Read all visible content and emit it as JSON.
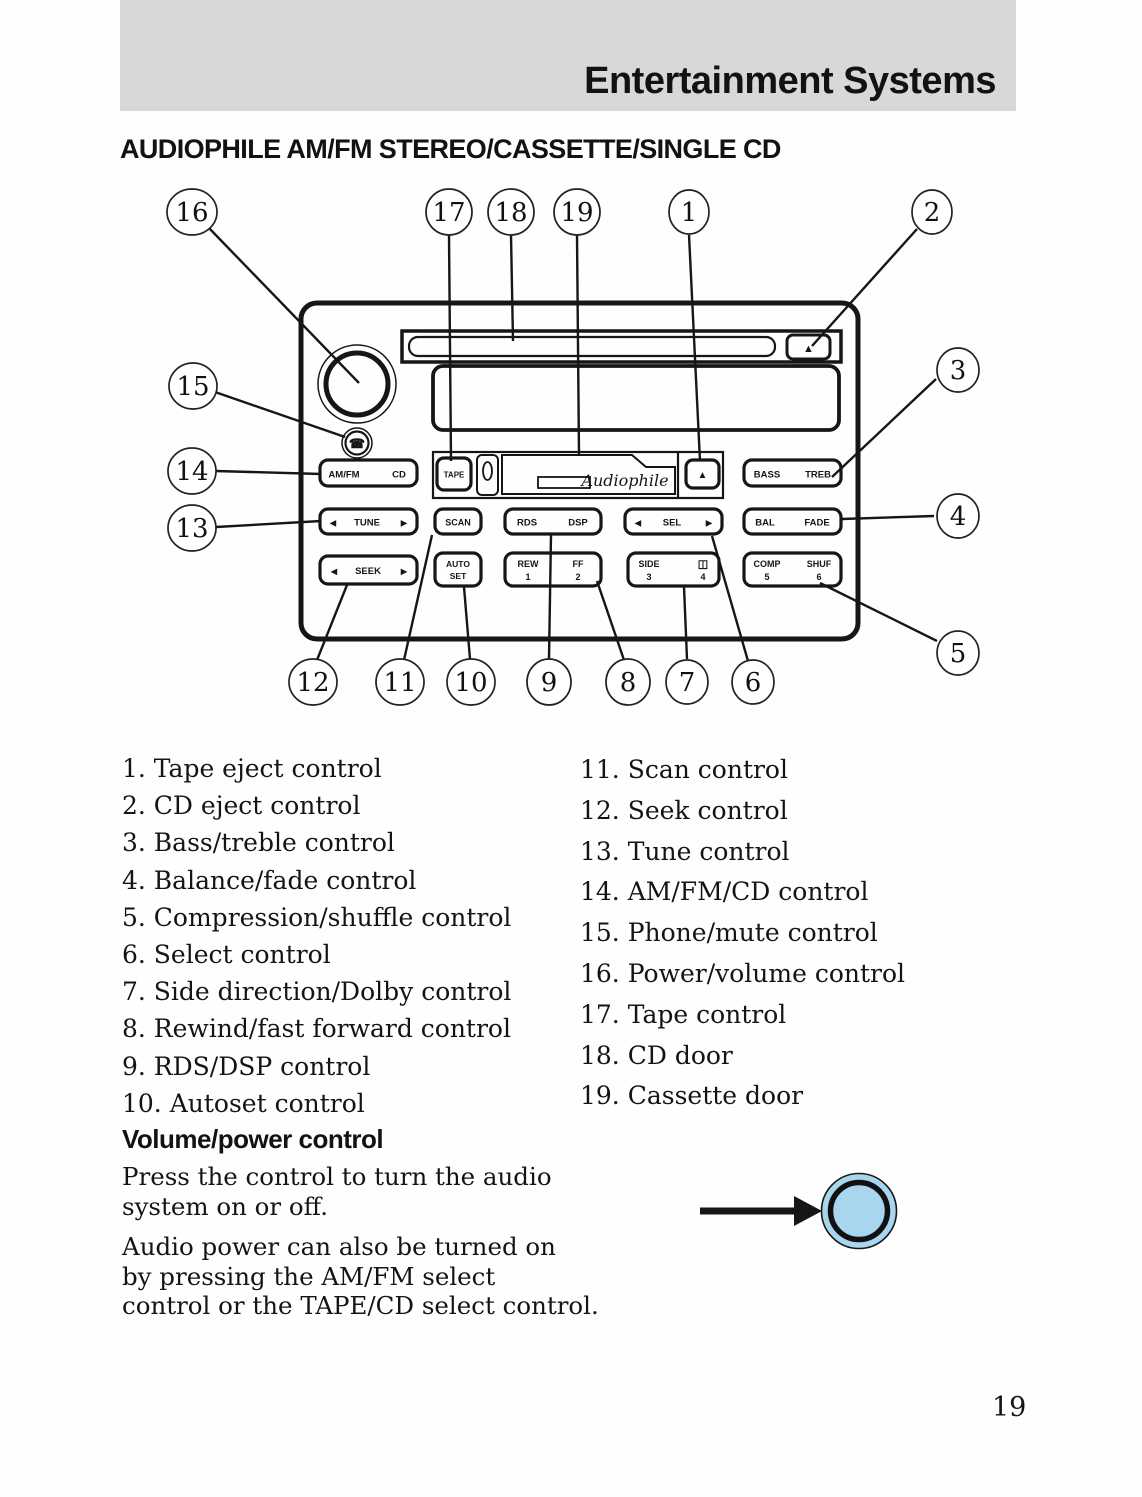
{
  "banner": {
    "title": "Entertainment Systems"
  },
  "heading": "AUDIOPHILE AM/FM STEREO/CASSETTE/SINGLE CD",
  "radio": {
    "brand_script": "Audiophile",
    "labels": {
      "amfm": "AM/FM",
      "cd": "CD",
      "tape": "TAPE",
      "bass": "BASS",
      "treb": "TREB",
      "tune": "TUNE",
      "scan": "SCAN",
      "rds": "RDS",
      "dsp": "DSP",
      "sel": "SEL",
      "bal": "BAL",
      "fade": "FADE",
      "seek": "SEEK",
      "auto": "AUTO",
      "set": "SET",
      "rew": "REW",
      "num1": "1",
      "ff": "FF",
      "num2": "2",
      "side": "SIDE",
      "num3": "3",
      "num4": "4",
      "comp": "COMP",
      "num5": "5",
      "shuf": "SHUF",
      "num6": "6"
    }
  },
  "icons": {
    "eject": "▲",
    "arrow_left": "◀",
    "arrow_right": "▶",
    "phone_mute": "☎",
    "dolby": "◫"
  },
  "callouts": {
    "n1": "1",
    "n2": "2",
    "n3": "3",
    "n4": "4",
    "n5": "5",
    "n6": "6",
    "n7": "7",
    "n8": "8",
    "n9": "9",
    "n10": "10",
    "n11": "11",
    "n12": "12",
    "n13": "13",
    "n14": "14",
    "n15": "15",
    "n16": "16",
    "n17": "17",
    "n18": "18",
    "n19": "19"
  },
  "legend": {
    "left": [
      "1. Tape eject control",
      "2. CD eject control",
      "3. Bass/treble control",
      "4. Balance/fade control",
      "5. Compression/shuffle control",
      "6. Select control",
      "7. Side direction/Dolby control",
      "8. Rewind/fast forward control",
      "9. RDS/DSP control",
      "10. Autoset control"
    ],
    "right": [
      "11. Scan control",
      "12. Seek control",
      "13. Tune control",
      "14. AM/FM/CD control",
      "15. Phone/mute control",
      "16. Power/volume control",
      "17. Tape control",
      "18. CD door",
      "19. Cassette door"
    ]
  },
  "volume_section": {
    "heading": "Volume/power control",
    "paragraph1": [
      "Press the control to turn the audio",
      "system on or off."
    ],
    "paragraph2": [
      "Audio power can also be turned on",
      "by pressing the AM/FM select",
      "control or the TAPE/CD select control."
    ]
  },
  "page_number": "19",
  "colors": {
    "banner_gray": "#d8d8d8",
    "knob_highlight": "#a9d6ef",
    "ink": "#161616"
  }
}
